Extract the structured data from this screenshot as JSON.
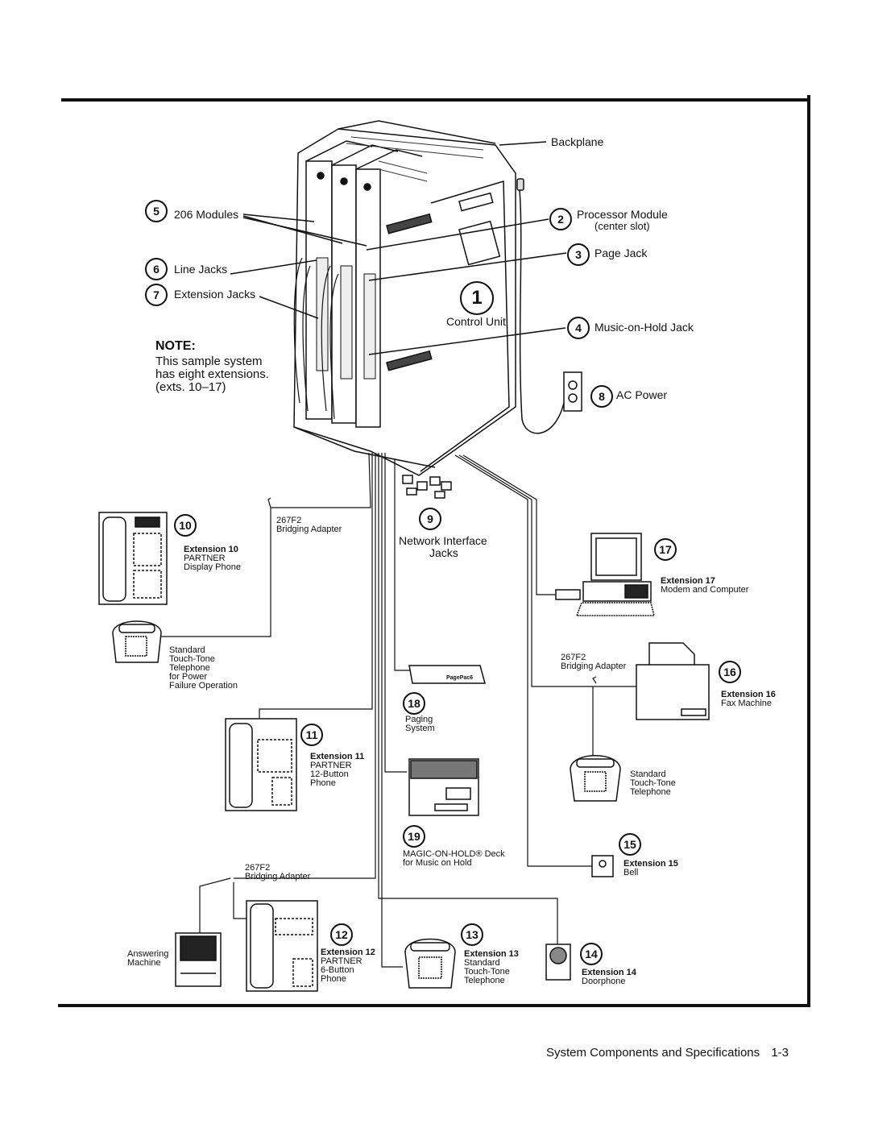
{
  "callouts": [
    {
      "num": "5",
      "label": "206 Modules"
    },
    {
      "num": "6",
      "label": "Line Jacks"
    },
    {
      "num": "7",
      "label": "Extension Jacks"
    },
    {
      "num": "2",
      "label": "Processor Module",
      "sub": "(center slot)"
    },
    {
      "num": "3",
      "label": "Page Jack"
    },
    {
      "num": "4",
      "label": "Music-on-Hold Jack"
    },
    {
      "num": "8",
      "label": "AC Power"
    },
    {
      "num": "1",
      "label": "Control Unit"
    },
    {
      "num": "9",
      "label": "Network Interface",
      "sub": "Jacks"
    }
  ],
  "backplane": "Backplane",
  "note": {
    "title": "NOTE:",
    "lines": [
      "This sample system",
      "has eight extensions.",
      "(exts. 10–17)"
    ]
  },
  "extensions": {
    "e10": {
      "num": "10",
      "lines": [
        "Extension 10",
        "PARTNER",
        "Display Phone"
      ]
    },
    "e11": {
      "num": "11",
      "lines": [
        "Extension 11",
        "PARTNER",
        "12-Button",
        "Phone"
      ]
    },
    "e12": {
      "num": "12",
      "lines": [
        "Extension 12",
        "PARTNER",
        "6-Button",
        "Phone"
      ]
    },
    "e13": {
      "num": "13",
      "lines": [
        "Extension 13",
        "Standard",
        "Touch-Tone",
        "Telephone"
      ]
    },
    "e14": {
      "num": "14",
      "lines": [
        "Extension 14",
        "Doorphone"
      ]
    },
    "e15": {
      "num": "15",
      "lines": [
        "Extension 15",
        "Bell"
      ]
    },
    "e16": {
      "num": "16",
      "lines": [
        "Extension 16",
        "Fax Machine"
      ]
    },
    "e17": {
      "num": "17",
      "lines": [
        "Extension 17",
        "Modem and Computer"
      ]
    }
  },
  "devices": {
    "standard_power_fail": [
      "Standard",
      "Touch-Tone",
      "Telephone",
      "for Power",
      "Failure Operation"
    ],
    "standard_16": [
      "Standard",
      "Touch-Tone",
      "Telephone"
    ],
    "paging": {
      "num": "18",
      "lines": [
        "Paging",
        "System"
      ],
      "brand": "PagePac6"
    },
    "moh": {
      "num": "19",
      "lines": [
        "MAGIC-ON-HOLD® Deck",
        "for Music on Hold"
      ]
    },
    "answering": [
      "Answering",
      "Machine"
    ]
  },
  "bridging": {
    "code": "267F2",
    "label": "Bridging Adapter"
  },
  "footer": {
    "text": "System Components and Specifications",
    "page": "1-3"
  }
}
